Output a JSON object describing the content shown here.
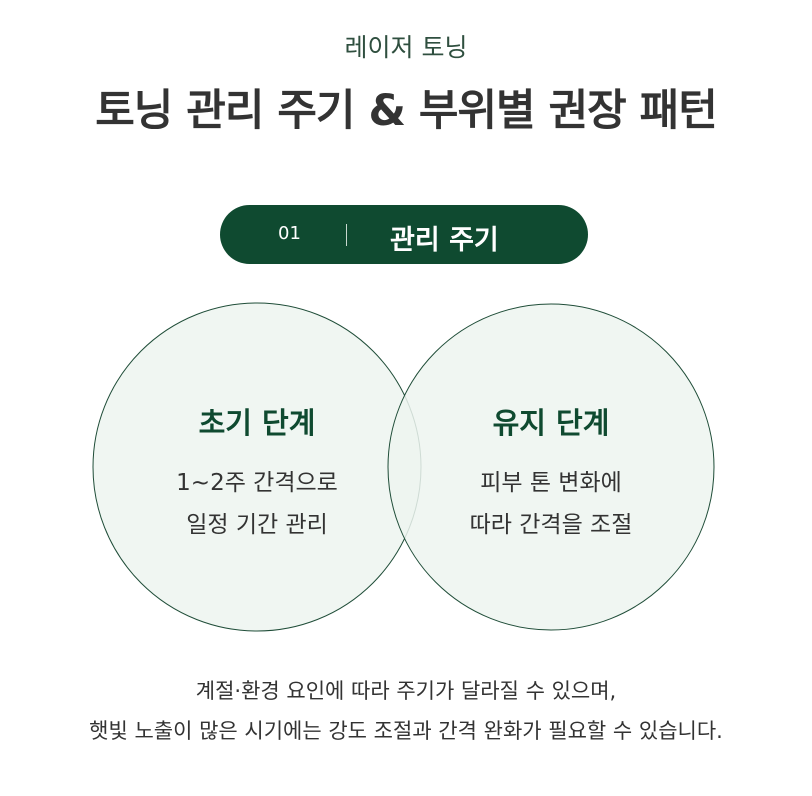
{
  "header": {
    "subtitle": "레이저 토닝",
    "title": "토닝 관리 주기 & 부위별 권장 패턴"
  },
  "section": {
    "number": "01",
    "label": "관리 주기"
  },
  "stages": [
    {
      "title": "초기 단계",
      "line1": "1~2주 간격으로",
      "line2": "일정 기간 관리"
    },
    {
      "title": "유지 단계",
      "line1": "피부 톤 변화에",
      "line2": "따라 간격을 조절"
    }
  ],
  "notes": [
    "계절·환경 요인에 따라 주기가 달라질 수 있으며,",
    "햇빛 노출이 많은 시기에는 강도 조절과 간격 완화가 필요할 수 있습니다."
  ],
  "colors": {
    "accent": "#0f4a30",
    "circle_fill": "#edf5f0"
  }
}
